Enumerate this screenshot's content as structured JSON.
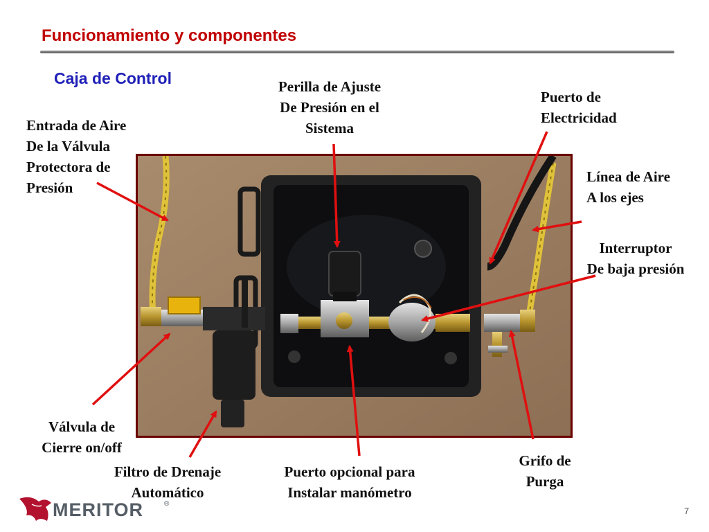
{
  "header": {
    "title": "Funcionamiento y componentes",
    "subtitle": "Caja de Control"
  },
  "callouts": {
    "entrada": [
      "Entrada de Aire",
      "De la Válvula",
      "Protectora de",
      "Presión"
    ],
    "perilla": [
      "Perilla de Ajuste",
      "De Presión en el",
      "Sistema"
    ],
    "puerto_electricidad": [
      "Puerto de",
      "Electricidad"
    ],
    "linea_aire": [
      "Línea de Aire",
      "A los ejes"
    ],
    "interruptor": [
      "Interruptor",
      "De baja presión"
    ],
    "valvula_cierre": [
      "Válvula de",
      "Cierre on/off"
    ],
    "filtro": [
      "Filtro de Drenaje",
      "Automático"
    ],
    "puerto_opcional": [
      "Puerto opcional para",
      "Instalar manómetro"
    ],
    "grifo": [
      "Grifo de",
      "Purga"
    ]
  },
  "footer": {
    "logo_text": "MERITOR",
    "registered_mark": "®",
    "page_number": "7"
  },
  "colors": {
    "title": "#c00000",
    "subtitle": "#1f1fb8",
    "arrow": "#e01010",
    "photo_border": "#6b0000",
    "logo_bird": "#b3122e",
    "logo_text": "#555d66"
  },
  "icons": {
    "logo": "meritor-bird-logo-icon"
  }
}
